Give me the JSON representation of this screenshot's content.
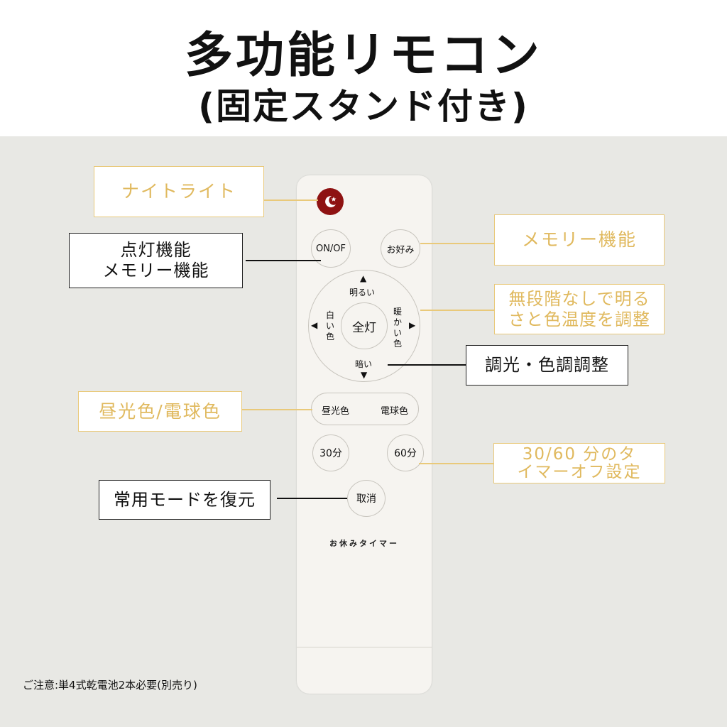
{
  "title": {
    "line1": "多功能リモコン",
    "line2": "(固定スタンド付き)"
  },
  "remote": {
    "on_off": "ON/OF",
    "favorite": "お好み",
    "bright": "明るい",
    "dark": "暗い",
    "white": "白い色",
    "warm": "暖かい色",
    "full_light": "全灯",
    "daylight": "昼光色",
    "bulb": "電球色",
    "timer30": "30分",
    "timer60": "60分",
    "cancel": "取消",
    "sleep_timer": "お休みタイマー",
    "arrow_up": "▲",
    "arrow_down": "▼",
    "arrow_left": "◀",
    "arrow_right": "▶"
  },
  "labels": {
    "night_light": "ナイトライト",
    "lighting_memory_line1": "点灯機能",
    "lighting_memory_line2": "メモリー機能",
    "memory_function": "メモリー機能",
    "dimming_line1": "無段階なしで明る",
    "dimming_line2": "さと色温度を調整",
    "color_adjust": "調光・色調調整",
    "color_mode": "昼光色/電球色",
    "timer_line1": "30/60 分のタ",
    "timer_line2": "イマーオフ設定",
    "restore_mode": "常用モードを復元"
  },
  "notice": "ご注意:単4式乾電池2本必要(別売り)",
  "colors": {
    "gold": "#e0b95e",
    "gold_border": "#e9c97a",
    "panel": "#e8e8e4",
    "night_button": "#8e1212"
  }
}
